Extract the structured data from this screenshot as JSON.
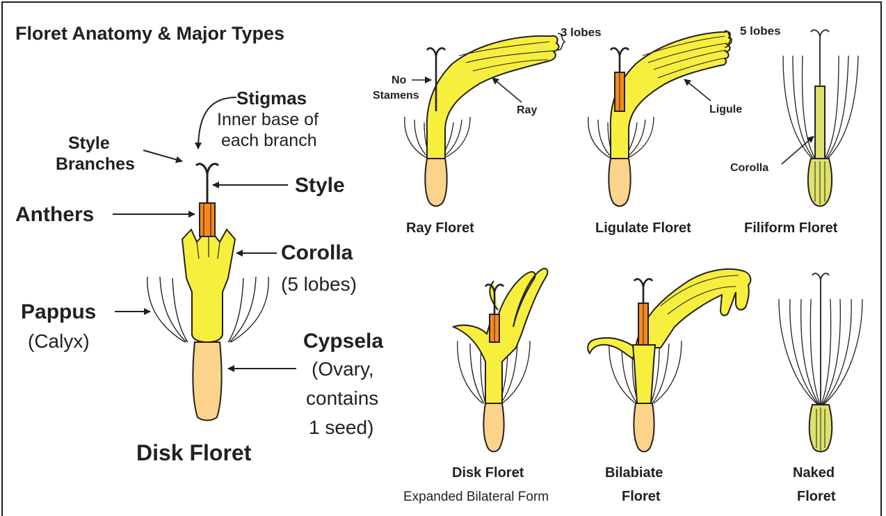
{
  "title": "Floret Anatomy & Major Types",
  "anatomy": {
    "stigmas": "Stigmas",
    "stigmas_note_1": "Inner base of",
    "stigmas_note_2": "each branch",
    "style_branches_1": "Style",
    "style_branches_2": "Branches",
    "style": "Style",
    "anthers": "Anthers",
    "corolla": "Corolla",
    "corolla_note": "(5 lobes)",
    "pappus": "Pappus",
    "pappus_note": "(Calyx)",
    "cypsela": "Cypsela",
    "cypsela_note_1": "(Ovary,",
    "cypsela_note_2": "contains",
    "cypsela_note_3": "1 seed)",
    "caption": "Disk Floret"
  },
  "ray_floret": {
    "lobes": "3 lobes",
    "no_stamens_1": "No",
    "no_stamens_2": "Stamens",
    "ray": "Ray",
    "caption": "Ray Floret"
  },
  "ligulate_floret": {
    "lobes": "5 lobes",
    "ligule": "Ligule",
    "caption": "Ligulate Floret"
  },
  "filiform_floret": {
    "corolla": "Corolla",
    "caption": "Filiform Floret"
  },
  "disk_bilateral": {
    "caption_1": "Disk Floret",
    "caption_2": "Expanded Bilateral Form"
  },
  "bilabiate": {
    "caption_1": "Bilabiate",
    "caption_2": "Floret"
  },
  "naked": {
    "caption_1": "Naked",
    "caption_2": "Floret"
  },
  "colors": {
    "corolla": "#f7ef3e",
    "filiform": "#dde26a",
    "ovary": "#fbd38a",
    "anther": "#f58a1f",
    "ink": "#231f20"
  }
}
